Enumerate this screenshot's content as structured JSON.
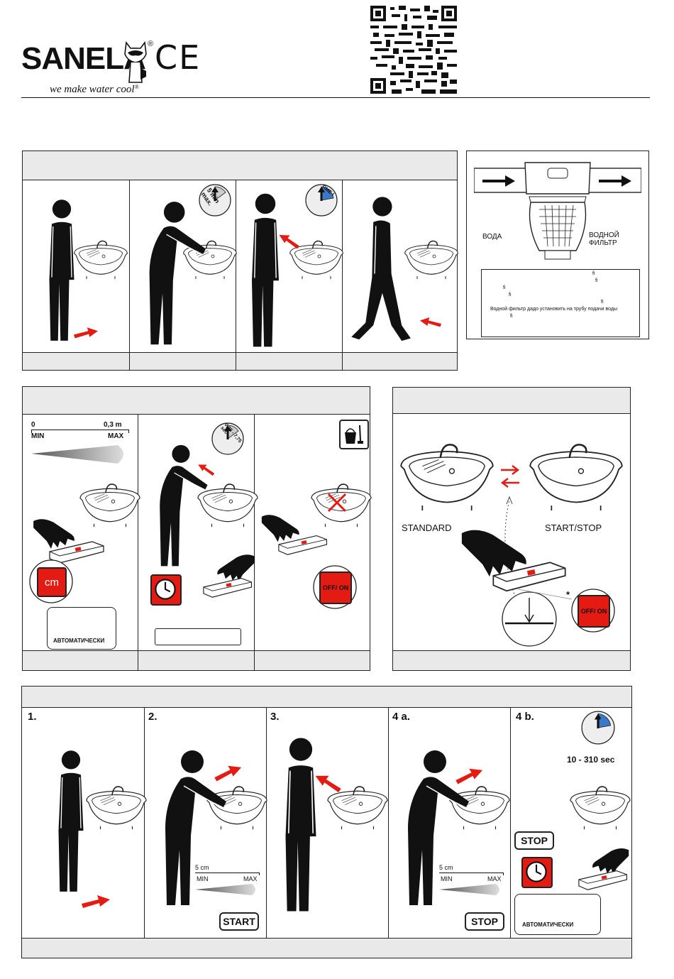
{
  "brand": {
    "name": "SANELA",
    "registered": "®",
    "tagline": "we make water cool",
    "tagline_mark": "®",
    "ce_mark": "CE"
  },
  "filter_panel": {
    "water_label": "ВОДА",
    "filter_label": "ВОДНОЙ ФИЛЬТР",
    "note_marks": [
      "fi",
      "fi",
      "fi",
      "fi",
      "fi"
    ],
    "note_sentence": "Водной фильтр дадо установить на трубу подачи воды",
    "note_last_mark": "fi"
  },
  "range_panel": {
    "scale_start": "0",
    "scale_end": "0,3 m",
    "min_label": "MIN",
    "max_label": "MAX",
    "cm_button": "cm",
    "auto_label": "АВТОМАТИЧЕСКИ"
  },
  "time_dial": {
    "max_label": "5 min max.",
    "interval_label": "0,25 - 7,75 sec",
    "time_label": "TIME I"
  },
  "off_on_label": "OFF/ ON",
  "mode_panel": {
    "standard_label": "STANDARD",
    "startstop_label": "START/STOP",
    "asterisk": "*",
    "off_on_label": "OFF/ ON"
  },
  "sequence": {
    "steps": [
      "1.",
      "2.",
      "3.",
      "4 a.",
      "4 b."
    ],
    "scale_5cm": "5 cm",
    "min_label": "MIN",
    "max_label": "MAX",
    "start_button": "START",
    "stop_button": "STOP",
    "stop_button_b": "STOP",
    "duration": "10 - 310 sec",
    "auto_label": "АВТОМАТИЧЕСКИ"
  }
}
